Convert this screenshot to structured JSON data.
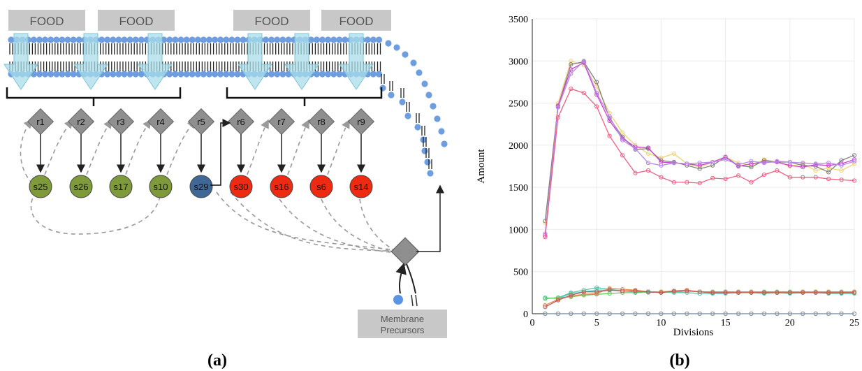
{
  "panel_a": {
    "food_labels": [
      "FOOD",
      "FOOD",
      "FOOD",
      "FOOD"
    ],
    "reactions": [
      "r1",
      "r2",
      "r3",
      "r4",
      "r5",
      "r6",
      "r7",
      "r8",
      "r9"
    ],
    "species": [
      {
        "label": "s25",
        "color": "#7f9a3a"
      },
      {
        "label": "s26",
        "color": "#7f9a3a"
      },
      {
        "label": "s17",
        "color": "#7f9a3a"
      },
      {
        "label": "s10",
        "color": "#7f9a3a"
      },
      {
        "label": "s29",
        "color": "#3f6896"
      },
      {
        "label": "s30",
        "color": "#ee2a12"
      },
      {
        "label": "s16",
        "color": "#ee2a12"
      },
      {
        "label": "s6",
        "color": "#ee2a12"
      },
      {
        "label": "s14",
        "color": "#ee2a12"
      }
    ],
    "precursors_line1": "Membrane",
    "precursors_line2": "Precursors",
    "caption": "(a)",
    "colors": {
      "food_box": "#c8c8c8",
      "lipid_head": "#6e9ee0",
      "arrow": "#a9dcea",
      "reaction": "#8f8f8f"
    }
  },
  "panel_b": {
    "caption": "(b)",
    "chart_data": {
      "type": "line",
      "xlabel": "Divisions",
      "ylabel": "Amount",
      "xlim": [
        0,
        25
      ],
      "ylim": [
        0,
        3500
      ],
      "xticks": [
        0,
        5,
        10,
        15,
        20,
        25
      ],
      "yticks": [
        0,
        500,
        1000,
        1500,
        2000,
        2500,
        3000,
        3500
      ],
      "grid": true,
      "x": [
        1,
        2,
        3,
        4,
        5,
        6,
        7,
        8,
        9,
        10,
        11,
        12,
        13,
        14,
        15,
        16,
        17,
        18,
        19,
        20,
        21,
        22,
        23,
        24,
        25
      ],
      "series": [
        {
          "color": "#f2d27a",
          "values": [
            1080,
            2500,
            3000,
            2950,
            2700,
            2380,
            2150,
            2000,
            1900,
            1850,
            1900,
            1780,
            1740,
            1800,
            1860,
            1790,
            1760,
            1830,
            1800,
            1750,
            1780,
            1700,
            1730,
            1700,
            1780
          ]
        },
        {
          "color": "#808080",
          "values": [
            1100,
            2460,
            2960,
            2990,
            2750,
            2320,
            2100,
            1950,
            1960,
            1820,
            1800,
            1760,
            1720,
            1760,
            1860,
            1760,
            1740,
            1820,
            1800,
            1800,
            1760,
            1750,
            1680,
            1820,
            1880
          ]
        },
        {
          "color": "#cc44cc",
          "values": [
            930,
            2470,
            2900,
            2980,
            2600,
            2290,
            2080,
            1980,
            1970,
            1800,
            1790,
            1780,
            1760,
            1800,
            1860,
            1750,
            1780,
            1800,
            1800,
            1760,
            1740,
            1770,
            1760,
            1780,
            1830
          ]
        },
        {
          "color": "#b888e8",
          "values": [
            950,
            2450,
            2850,
            3000,
            2620,
            2340,
            2060,
            1960,
            1790,
            1760,
            1790,
            1780,
            1790,
            1800,
            1830,
            1770,
            1810,
            1790,
            1810,
            1800,
            1790,
            1780,
            1790,
            1760,
            1810
          ]
        },
        {
          "color": "#f06080",
          "values": [
            910,
            2330,
            2670,
            2620,
            2460,
            2110,
            1880,
            1670,
            1700,
            1620,
            1560,
            1560,
            1550,
            1610,
            1600,
            1640,
            1560,
            1650,
            1700,
            1620,
            1620,
            1620,
            1600,
            1590,
            1580
          ]
        },
        {
          "color": "#60c0a8",
          "values": [
            180,
            190,
            250,
            280,
            310,
            290,
            270,
            260,
            260,
            250,
            260,
            250,
            240,
            240,
            260,
            250,
            250,
            250,
            250,
            250,
            250,
            250,
            240,
            240,
            250
          ]
        },
        {
          "color": "#5ad0c0",
          "values": [
            190,
            180,
            240,
            260,
            280,
            280,
            270,
            270,
            250,
            260,
            250,
            250,
            240,
            240,
            240,
            250,
            250,
            240,
            250,
            240,
            250,
            250,
            250,
            240,
            240
          ]
        },
        {
          "color": "#60c860",
          "values": [
            180,
            190,
            200,
            220,
            230,
            240,
            250,
            250,
            260,
            260,
            260,
            270,
            260,
            260,
            260,
            260,
            260,
            260,
            260,
            260,
            260,
            260,
            260,
            260,
            260
          ]
        },
        {
          "color": "#e09050",
          "values": [
            100,
            170,
            210,
            230,
            240,
            300,
            290,
            280,
            260,
            260,
            270,
            280,
            260,
            250,
            250,
            260,
            260,
            250,
            250,
            250,
            260,
            260,
            260,
            250,
            260
          ]
        },
        {
          "color": "#c05a5a",
          "values": [
            80,
            160,
            220,
            260,
            260,
            280,
            270,
            270,
            260,
            250,
            270,
            270,
            260,
            250,
            250,
            250,
            250,
            250,
            250,
            250,
            250,
            250,
            250,
            250,
            250
          ]
        },
        {
          "color": "#3050d0",
          "values": [
            0,
            0,
            0,
            0,
            0,
            0,
            0,
            0,
            0,
            0,
            0,
            0,
            0,
            0,
            0,
            0,
            0,
            0,
            0,
            0,
            0,
            0,
            0,
            0,
            0
          ]
        },
        {
          "color": "#90a0a0",
          "values": [
            0,
            0,
            0,
            0,
            0,
            0,
            0,
            0,
            0,
            0,
            0,
            0,
            0,
            0,
            0,
            0,
            0,
            0,
            0,
            0,
            0,
            0,
            0,
            0,
            0
          ]
        }
      ]
    }
  }
}
